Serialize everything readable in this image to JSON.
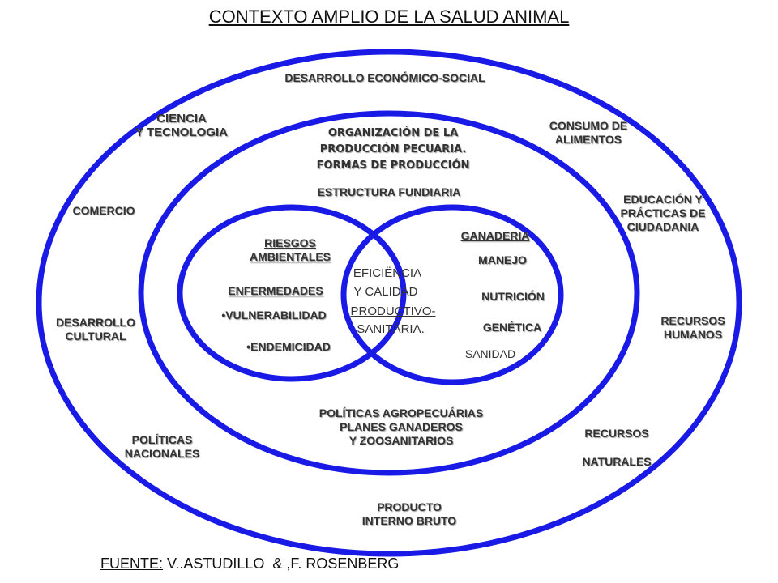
{
  "title": "CONTEXTO AMPLIO DE LA SALUD ANIMAL",
  "colors": {
    "ring": "#1a1ae6",
    "text": "#333333"
  },
  "outer_ring": {
    "top": "DESARROLLO  ECONÓMICO-SOCIAL",
    "ciencia": "CIENCIA\nY TECNOLOGIA",
    "comercio": "COMERCIO",
    "desarrollo_cultural": "DESARROLLO\nCULTURAL",
    "politicas_nacionales": "POLÍTICAS\nNACIONALES",
    "pib": "PRODUCTO\nINTERNO BRUTO",
    "consumo": "CONSUMO DE\nALIMENTOS",
    "educacion": "EDUCACIÓN Y\nPRÁCTICAS  DE\nCIUDADANIA",
    "recursos_humanos": "RECURSOS\nHUMANOS",
    "recursos_naturales_1": "RECURSOS",
    "recursos_naturales_2": "NATURALES"
  },
  "middle_ring": {
    "organizacion": "ORGANIZACIÓN DE LA\nPRODUCCIÓN PECUARIA.\nFORMAS DE PRODUCCIÓN",
    "estructura": "ESTRUCTURA FUNDIARIA",
    "politicas": "POLÍTICAS AGROPECUÁRIAS\nPLANES  GANADEROS\nY ZOOSANITARIOS"
  },
  "left_circle": {
    "riesgos": "RIESGOS\nAMBIENTALES",
    "enfermedades": "ENFERMEDADES",
    "vulnerabilidad": "VULNERABILIDAD",
    "endemicidad": "ENDEMICIDAD"
  },
  "center": {
    "line1": "EFICIËNCIA",
    "line2": "Y CALIDAD",
    "line3": "PRODUCTIVO-",
    "line4": " SANITÁRIA."
  },
  "right_circle": {
    "ganaderia": "GANADERIA",
    "manejo": "MANEJO",
    "nutricion": "NUTRICIÓN",
    "genetica": "GENÉTICA",
    "sanidad": "SANIDAD"
  },
  "source": {
    "label": "FUENTE:",
    "authors": " V..ASTUDILLO  & ,F. ROSENBERG"
  }
}
